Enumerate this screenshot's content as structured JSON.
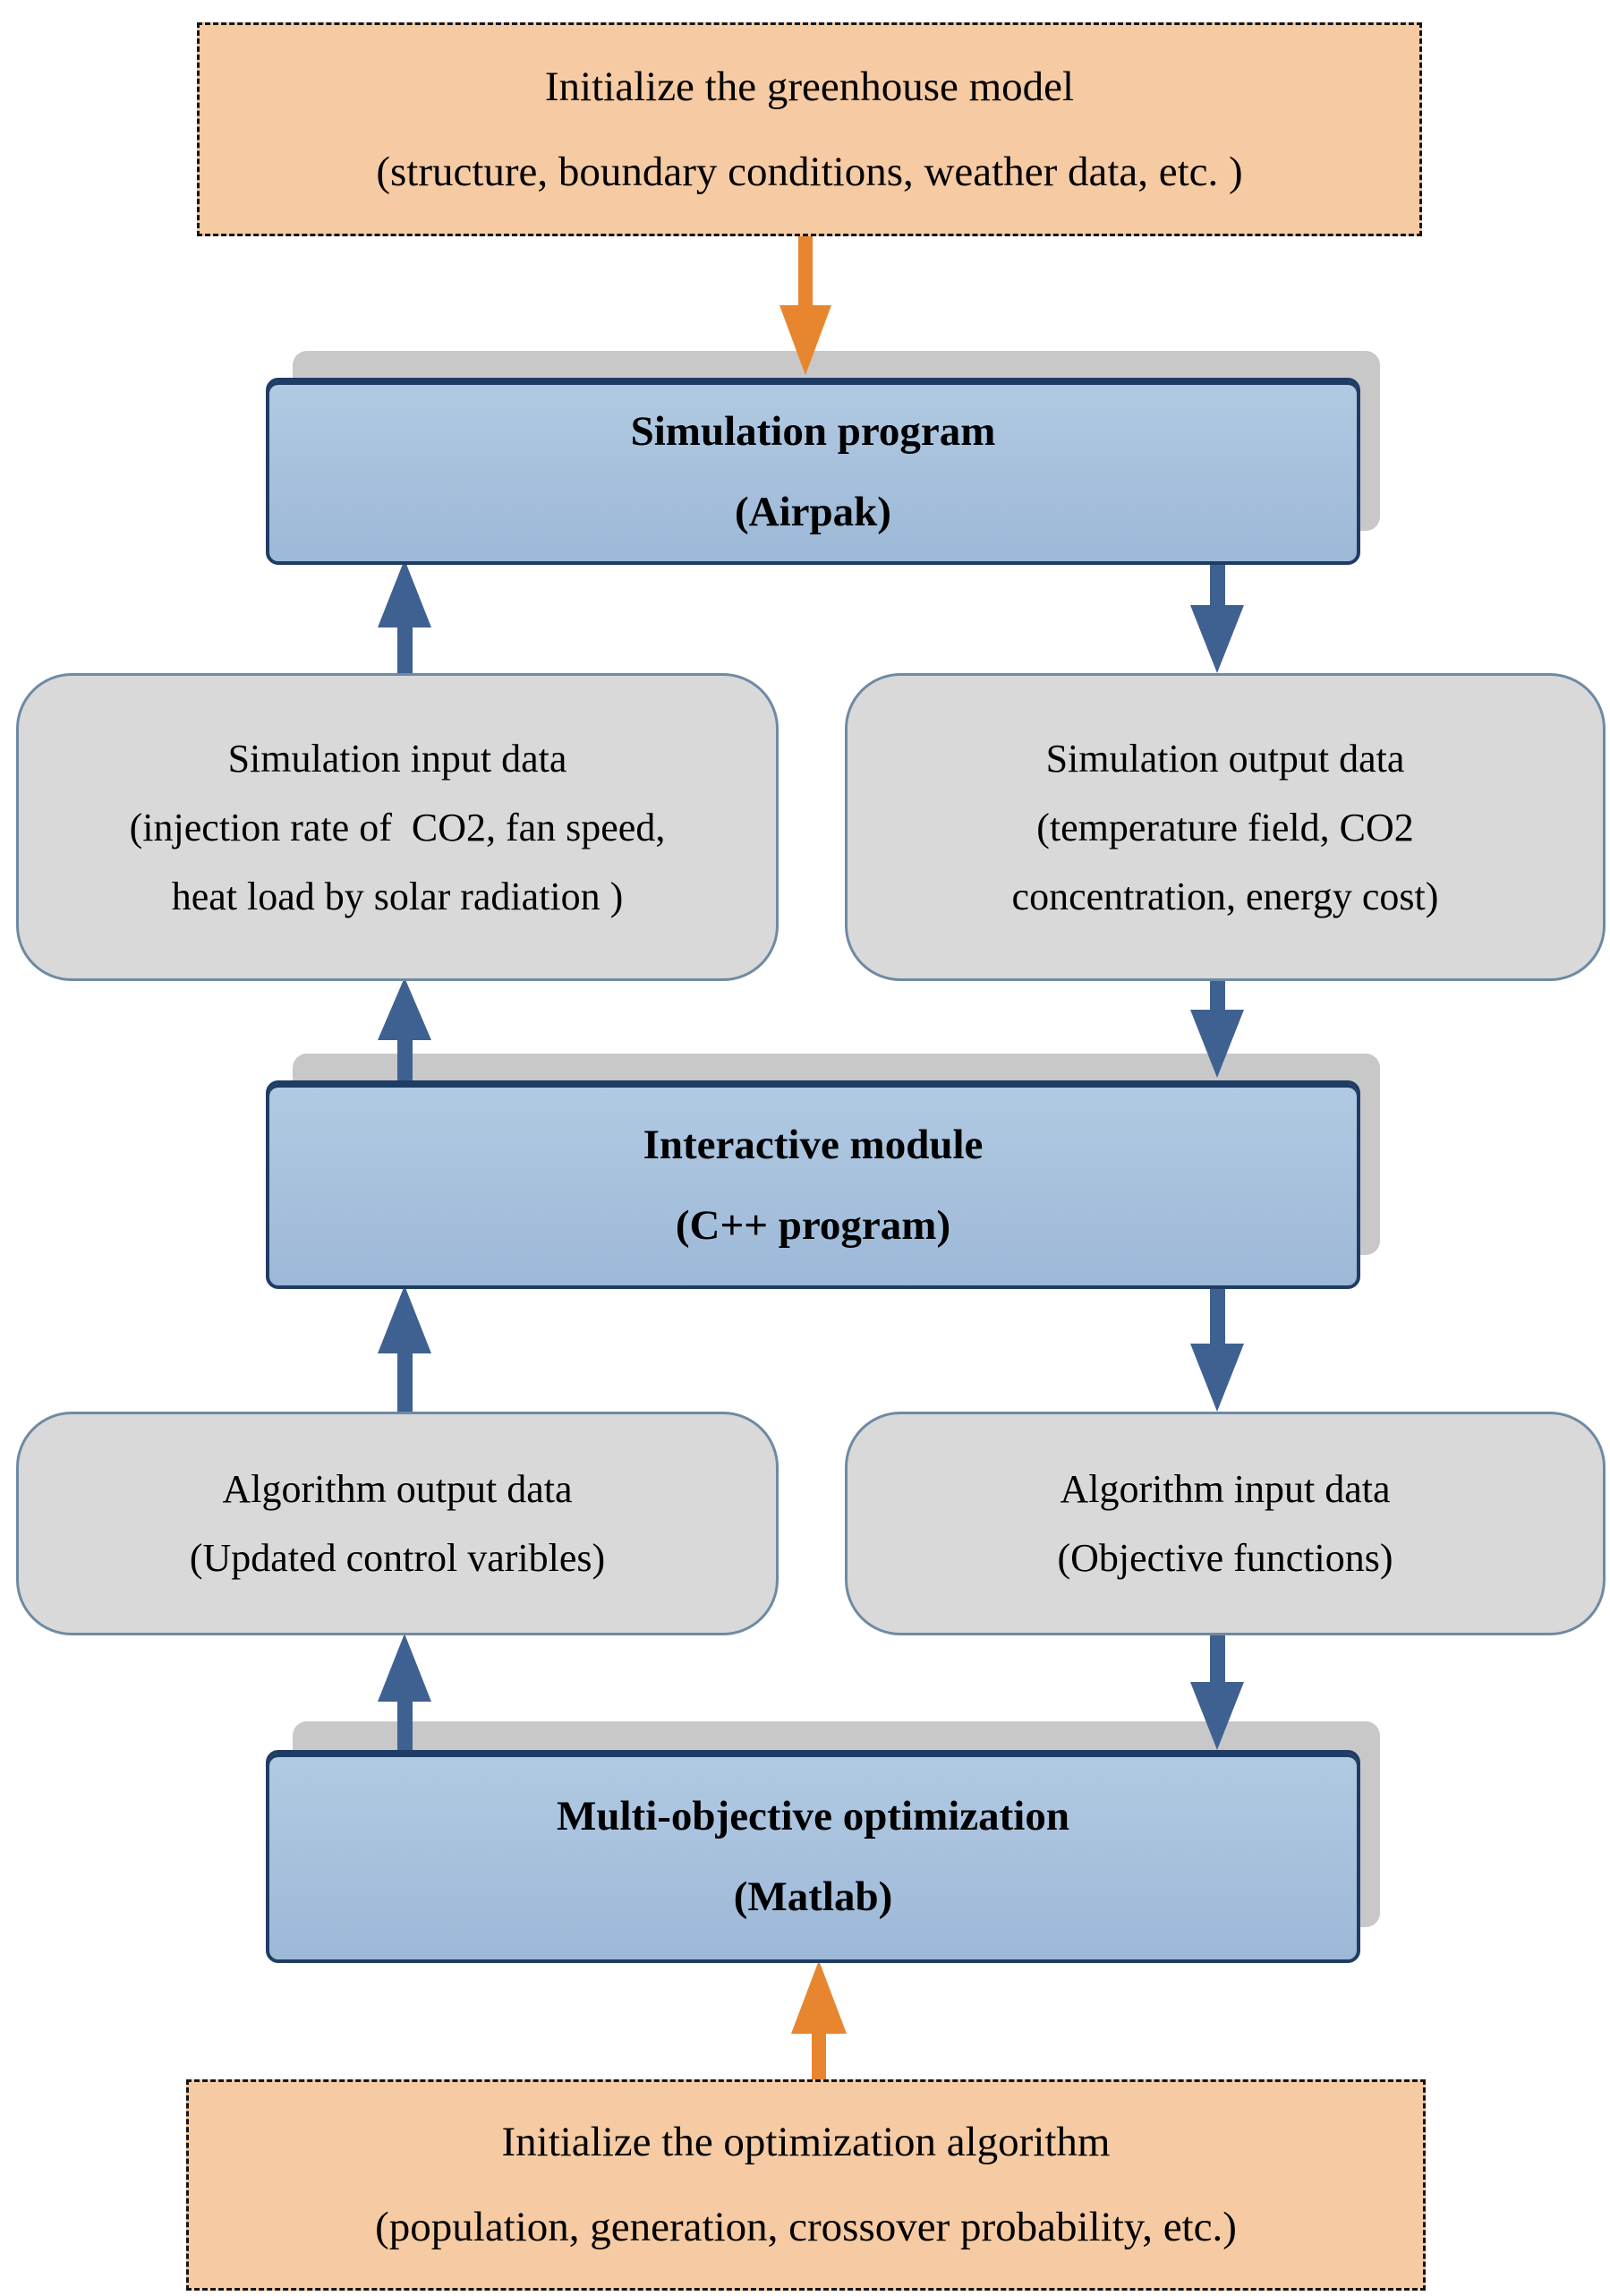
{
  "figure": {
    "type": "flowchart",
    "boxes": {
      "init_model": {
        "kind": "initialization",
        "lines": [
          "Initialize the greenhouse model",
          "(structure, boundary conditions, weather data, etc. )"
        ]
      },
      "simulation_program": {
        "kind": "process",
        "lines": [
          "Simulation program",
          "(Airpak)"
        ]
      },
      "sim_input": {
        "kind": "data",
        "lines": [
          "Simulation input data",
          "(injection rate of  CO2, fan speed,",
          "heat load by solar radiation )"
        ]
      },
      "sim_output": {
        "kind": "data",
        "lines": [
          "Simulation output data",
          "(temperature field, CO2",
          "concentration, energy cost)"
        ]
      },
      "interactive_module": {
        "kind": "process",
        "lines": [
          "Interactive module",
          "(C++ program)"
        ]
      },
      "algo_output": {
        "kind": "data",
        "lines": [
          "Algorithm output data",
          "(Updated control varibles)"
        ]
      },
      "algo_input": {
        "kind": "data",
        "lines": [
          "Algorithm input data",
          "(Objective functions)"
        ]
      },
      "moo": {
        "kind": "process",
        "lines": [
          "Multi-objective optimization",
          "(Matlab)"
        ]
      },
      "init_algo": {
        "kind": "initialization",
        "lines": [
          "Initialize the optimization algorithm",
          "(population, generation, crossover probability, etc.)"
        ]
      }
    },
    "flows": [
      "init_model -> simulation_program (orange, down)",
      "simulation_program -> sim_output (blue, down)",
      "sim_output -> interactive_module (blue, down)",
      "interactive_module -> algo_input (blue, down)",
      "algo_input -> moo (blue, down)",
      "init_algo -> moo (orange, up)",
      "moo -> algo_output (blue, up)",
      "algo_output -> interactive_module (blue, up)",
      "interactive_module -> sim_input (blue, up)",
      "sim_input -> simulation_program (blue, up)"
    ]
  },
  "colors": {
    "orange_fill": "#f6cba3",
    "orange_arrow": "#e8862f",
    "blue_fill": "#a9c3df",
    "blue_border": "#1f3c64",
    "blue_arrow": "#3e6191",
    "gray_fill": "#d9d9d9",
    "gray_border": "#6e8aa4",
    "shadow_gray": "#c8c8c8"
  }
}
